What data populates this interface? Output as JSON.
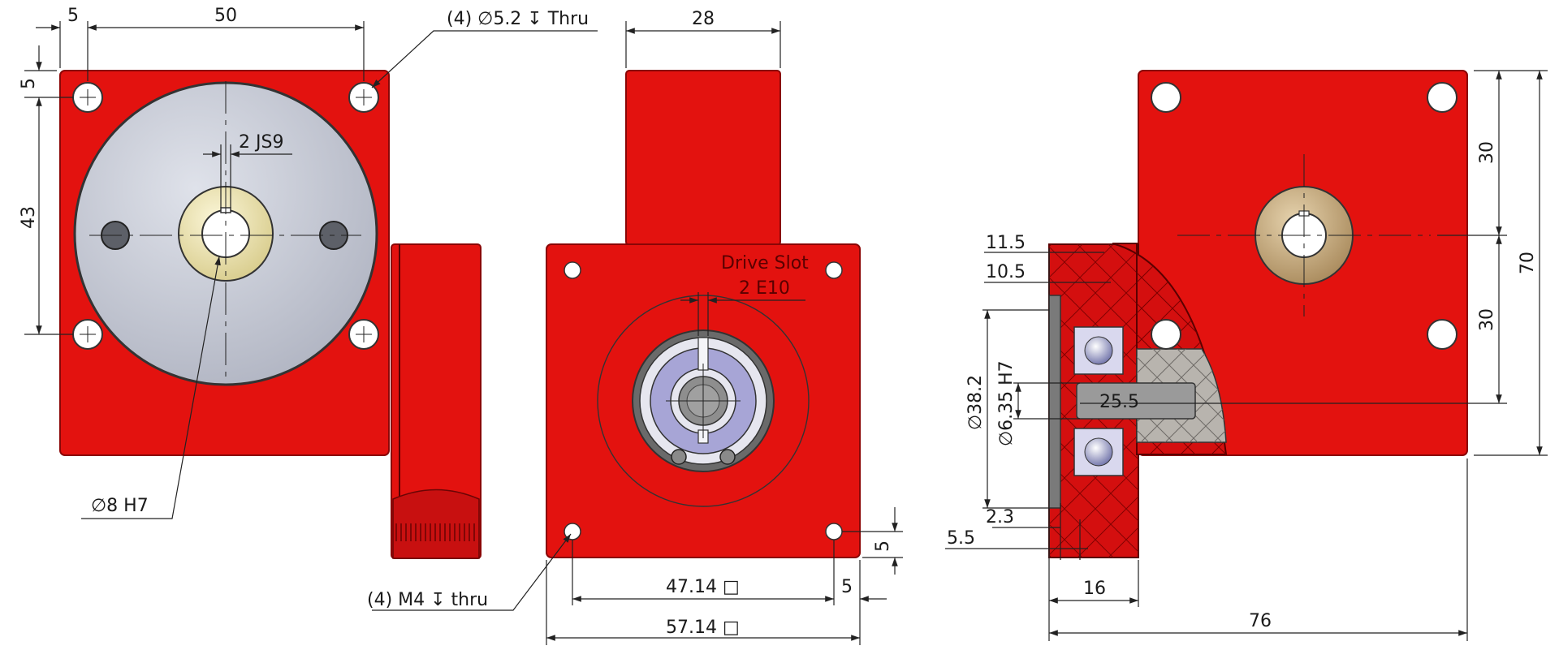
{
  "colors": {
    "body_red": "#e3120f",
    "body_edge": "#8a0606",
    "disk_grey": "#c8ccd8",
    "bushing_cream": "#efe7b8",
    "bushing_tan": "#c9ab80",
    "bearing_lilac": "#a7a5d6",
    "shaft_grey": "#9a9a9a",
    "section_grey": "#b8b4ae",
    "dim_line": "#222222"
  },
  "front_view": {
    "dim_edge_offset": "5",
    "dim_hole_spacing_h": "50",
    "dim_hole_offset_v": "5",
    "dim_hole_spacing_v": "43",
    "mount_hole_note": "(4) ∅5.2 ↧ Thru",
    "keyway_note": "2 JS9",
    "bore_note": "∅8 H7"
  },
  "middle_view": {
    "dim_shaft_width": "28",
    "drive_slot_title": "Drive Slot",
    "drive_slot_spec": "2 E10",
    "tapped_hole_note": "(4) M4 ↧ thru",
    "dim_bolt_square": "47.14 □",
    "dim_body_square": "57.14 □",
    "dim_edge_v": "5",
    "dim_edge_h": "5"
  },
  "side_view": {
    "dim_11_5": "11.5",
    "dim_10_5": "10.5",
    "dim_bore_38_2": "∅38.2",
    "dim_shaft_6_35": "∅6.35 H7",
    "dim_25_5": "25.5",
    "dim_2_3": "2.3",
    "dim_5_5": "5.5",
    "dim_16": "16",
    "dim_76": "76",
    "dim_30_top": "30",
    "dim_30_bottom": "30",
    "dim_70": "70"
  }
}
